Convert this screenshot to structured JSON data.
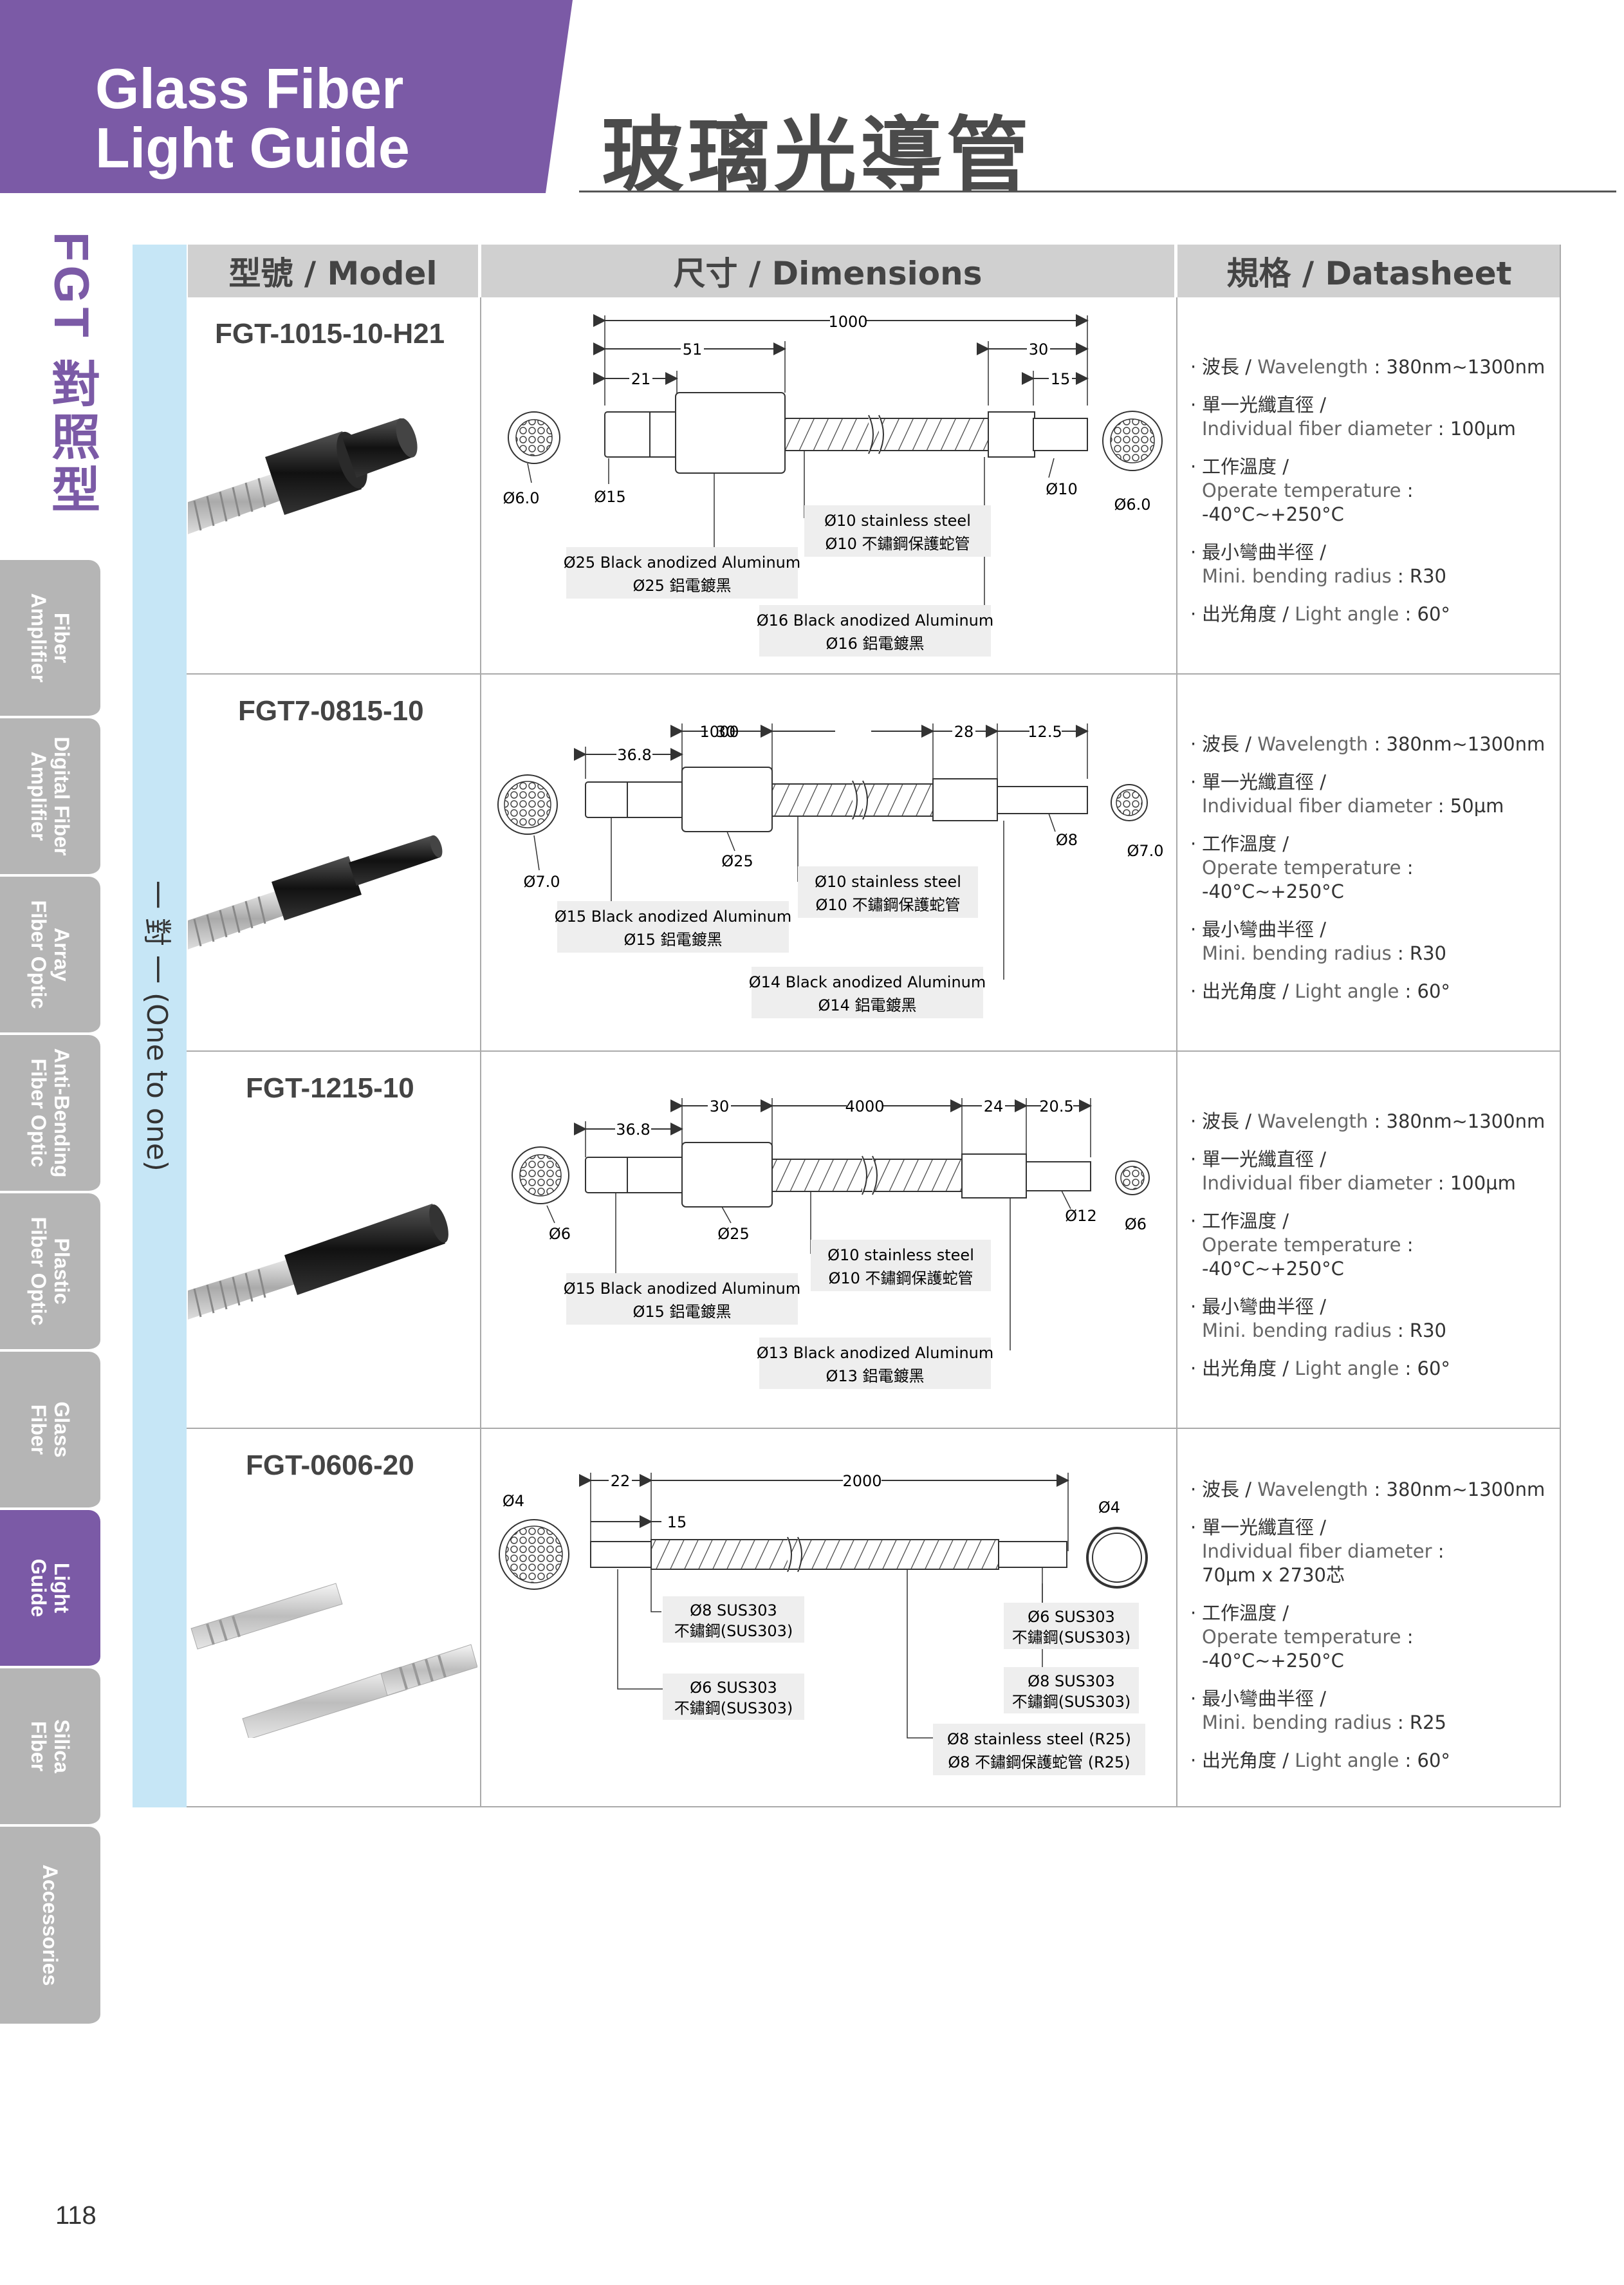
{
  "header": {
    "title_en_line1": "Glass Fiber",
    "title_en_line2": "Light Guide",
    "title_zh": "玻璃光導管",
    "purple": "#7b5aa6"
  },
  "series": {
    "label": "FGT 對照型"
  },
  "sidebar": {
    "tabs": [
      {
        "label": "Fiber\nAmplifier"
      },
      {
        "label": "Digital Fiber\nAmplifier"
      },
      {
        "label": "Array\nFiber Optic"
      },
      {
        "label": "Anti-Bending\nFiber Optic"
      },
      {
        "label": "Plastic\nFiber Optic"
      },
      {
        "label": "Glass\nFiber"
      },
      {
        "label": "Light\nGuide"
      },
      {
        "label": "Silica\nFiber"
      },
      {
        "label": "Accessories"
      }
    ]
  },
  "table": {
    "headers": [
      "型號 / Model",
      "尺寸 / Dimensions",
      "規格 / Datasheet"
    ],
    "band_label": "一 對 一 (One to one)"
  },
  "rows": [
    {
      "model": "FGT-1015-10-H21",
      "dims": {
        "total": "1000",
        "d1": "51",
        "d2": "21",
        "d3": "30",
        "d4": "15",
        "left_end": "Ø6.0",
        "left_dia": "Ø15",
        "right_dia": "Ø10",
        "right_end": "Ø6.0",
        "callout1_en": "Ø10 stainless steel",
        "callout1_zh": "Ø10 不鏽鋼保護蛇管",
        "callout2_en": "Ø25 Black anodized Aluminum",
        "callout2_zh": "Ø25 鋁電鍍黑",
        "callout3_en": "Ø16 Black anodized Aluminum",
        "callout3_zh": "Ø16 鋁電鍍黑"
      },
      "datasheet": {
        "wl_zh": "波長",
        "wl_en": "Wavelength",
        "wl_val": "380nm~1300nm",
        "fd_zh": "單一光纖直徑",
        "fd_en": "Individual fiber diameter",
        "fd_val": "100µm",
        "t_zh": "工作溫度",
        "t_en": "Operate temperature",
        "t_val": "-40°C~+250°C",
        "b_zh": "最小彎曲半徑",
        "b_en": "Mini. bending radius",
        "b_val": "R30",
        "a_zh": "出光角度",
        "a_en": "Light angle",
        "a_val": "60°"
      }
    },
    {
      "model": "FGT7-0815-10",
      "dims": {
        "total": "1000",
        "d1": "36.8",
        "d2": "30",
        "d3": "28",
        "d4": "12.5",
        "left_end": "Ø7.0",
        "left_dia": "Ø25",
        "right_dia": "Ø8",
        "right_end": "Ø7.0",
        "callout1_en": "Ø10 stainless steel",
        "callout1_zh": "Ø10 不鏽鋼保護蛇管",
        "callout2_en": "Ø15 Black anodized Aluminum",
        "callout2_zh": "Ø15 鋁電鍍黑",
        "callout3_en": "Ø14 Black anodized Aluminum",
        "callout3_zh": "Ø14 鋁電鍍黑"
      },
      "datasheet": {
        "wl_zh": "波長",
        "wl_en": "Wavelength",
        "wl_val": "380nm~1300nm",
        "fd_zh": "單一光纖直徑",
        "fd_en": "Individual fiber diameter",
        "fd_val": "50µm",
        "t_zh": "工作溫度",
        "t_en": "Operate temperature",
        "t_val": "-40°C~+250°C",
        "b_zh": "最小彎曲半徑",
        "b_en": "Mini. bending radius",
        "b_val": "R30",
        "a_zh": "出光角度",
        "a_en": "Light angle",
        "a_val": "60°"
      }
    },
    {
      "model": "FGT-1215-10",
      "dims": {
        "total": "4000",
        "d1": "36.8",
        "d2": "30",
        "d3": "24",
        "d4": "20.5",
        "left_end": "Ø6",
        "left_dia": "Ø25",
        "right_dia": "Ø12",
        "right_end": "Ø6",
        "callout1_en": "Ø10 stainless steel",
        "callout1_zh": "Ø10 不鏽鋼保護蛇管",
        "callout2_en": "Ø15 Black anodized Aluminum",
        "callout2_zh": "Ø15 鋁電鍍黑",
        "callout3_en": "Ø13 Black anodized Aluminum",
        "callout3_zh": "Ø13 鋁電鍍黑"
      },
      "datasheet": {
        "wl_zh": "波長",
        "wl_en": "Wavelength",
        "wl_val": "380nm~1300nm",
        "fd_zh": "單一光纖直徑",
        "fd_en": "Individual fiber diameter",
        "fd_val": "100µm",
        "t_zh": "工作溫度",
        "t_en": "Operate temperature",
        "t_val": "-40°C~+250°C",
        "b_zh": "最小彎曲半徑",
        "b_en": "Mini. bending radius",
        "b_val": "R30",
        "a_zh": "出光角度",
        "a_en": "Light angle",
        "a_val": "60°"
      }
    },
    {
      "model": "FGT-0606-20",
      "dims": {
        "total": "2000",
        "d1": "22",
        "d2": "15",
        "left_end": "Ø4",
        "right_end": "Ø4",
        "c1_a": "Ø8  SUS303",
        "c1_b": "不鏽鋼(SUS303)",
        "c2_a": "Ø6  SUS303",
        "c2_b": "不鏽鋼(SUS303)",
        "c3_a": "Ø6  SUS303",
        "c3_b": "不鏽鋼(SUS303)",
        "c4_a": "Ø8  SUS303",
        "c4_b": "不鏽鋼(SUS303)",
        "c5_a": "Ø8 stainless steel (R25)",
        "c5_b": "Ø8 不鏽鋼保護蛇管 (R25)"
      },
      "datasheet": {
        "wl_zh": "波長",
        "wl_en": "Wavelength",
        "wl_val": "380nm~1300nm",
        "fd_zh": "單一光纖直徑",
        "fd_en": "Individual fiber diameter",
        "fd_val": "70µm x 2730芯",
        "t_zh": "工作溫度",
        "t_en": "Operate temperature",
        "t_val": "-40°C~+250°C",
        "b_zh": "最小彎曲半徑",
        "b_en": "Mini. bending radius",
        "b_val": "R25",
        "a_zh": "出光角度",
        "a_en": "Light angle",
        "a_val": "60°"
      }
    }
  ],
  "page_number": "118"
}
